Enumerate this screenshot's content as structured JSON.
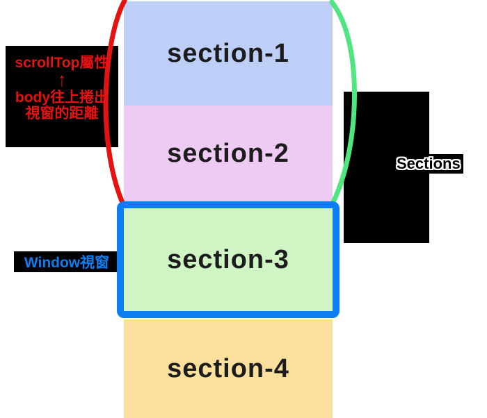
{
  "sections": {
    "section1": "section-1",
    "section2": "section-2",
    "section3": "section-3",
    "section4": "section-4"
  },
  "annotations": {
    "scrolltop_title": "scrollTop屬性",
    "scrolltop_arrow": "↑",
    "scrolltop_desc_line1": "body往上捲出",
    "scrolltop_desc_line2": "視窗的距離",
    "window_label": "Window視窗",
    "sections_label": "Sections"
  },
  "colors": {
    "section1": "#bdcff7",
    "section2": "#eecbf3",
    "section3": "#d0f5c5",
    "section4": "#fbdf9d",
    "window_blue": "#0d7ef2",
    "red": "#e51212",
    "green": "#4fe681",
    "label_bg": "#000000",
    "section_text": "#1c1c1c"
  }
}
